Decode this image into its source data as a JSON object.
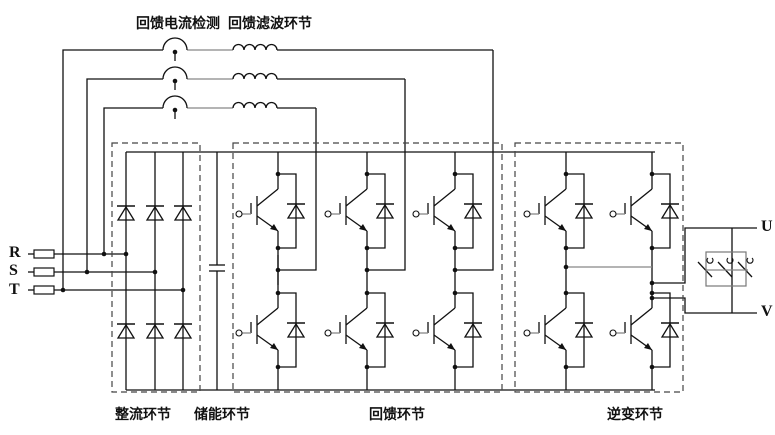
{
  "diagram": {
    "title": "Regenerative feedback inverter circuit",
    "labels": {
      "feedback_current_detection": "回馈电流检测",
      "feedback_filter": "回馈滤波环节",
      "rectifier": "整流环节",
      "energy_storage": "储能环节",
      "feedback": "回馈环节",
      "inverter": "逆变环节"
    },
    "input_terminals": [
      "R",
      "S",
      "T"
    ],
    "output_terminals": [
      "U",
      "V"
    ],
    "blocks": [
      {
        "id": "rectifier",
        "label": "整流环节",
        "components": "6 diodes (3-phase bridge)"
      },
      {
        "id": "energy_storage",
        "label": "储能环节",
        "components": "DC-link capacitor"
      },
      {
        "id": "feedback",
        "label": "回馈环节",
        "components": "6 IGBTs with anti-parallel diodes"
      },
      {
        "id": "inverter",
        "label": "逆变环节",
        "components": "4 IGBTs with anti-parallel diodes"
      }
    ],
    "feedback_path": {
      "current_sensors": 3,
      "filter_inductors": 3
    }
  }
}
